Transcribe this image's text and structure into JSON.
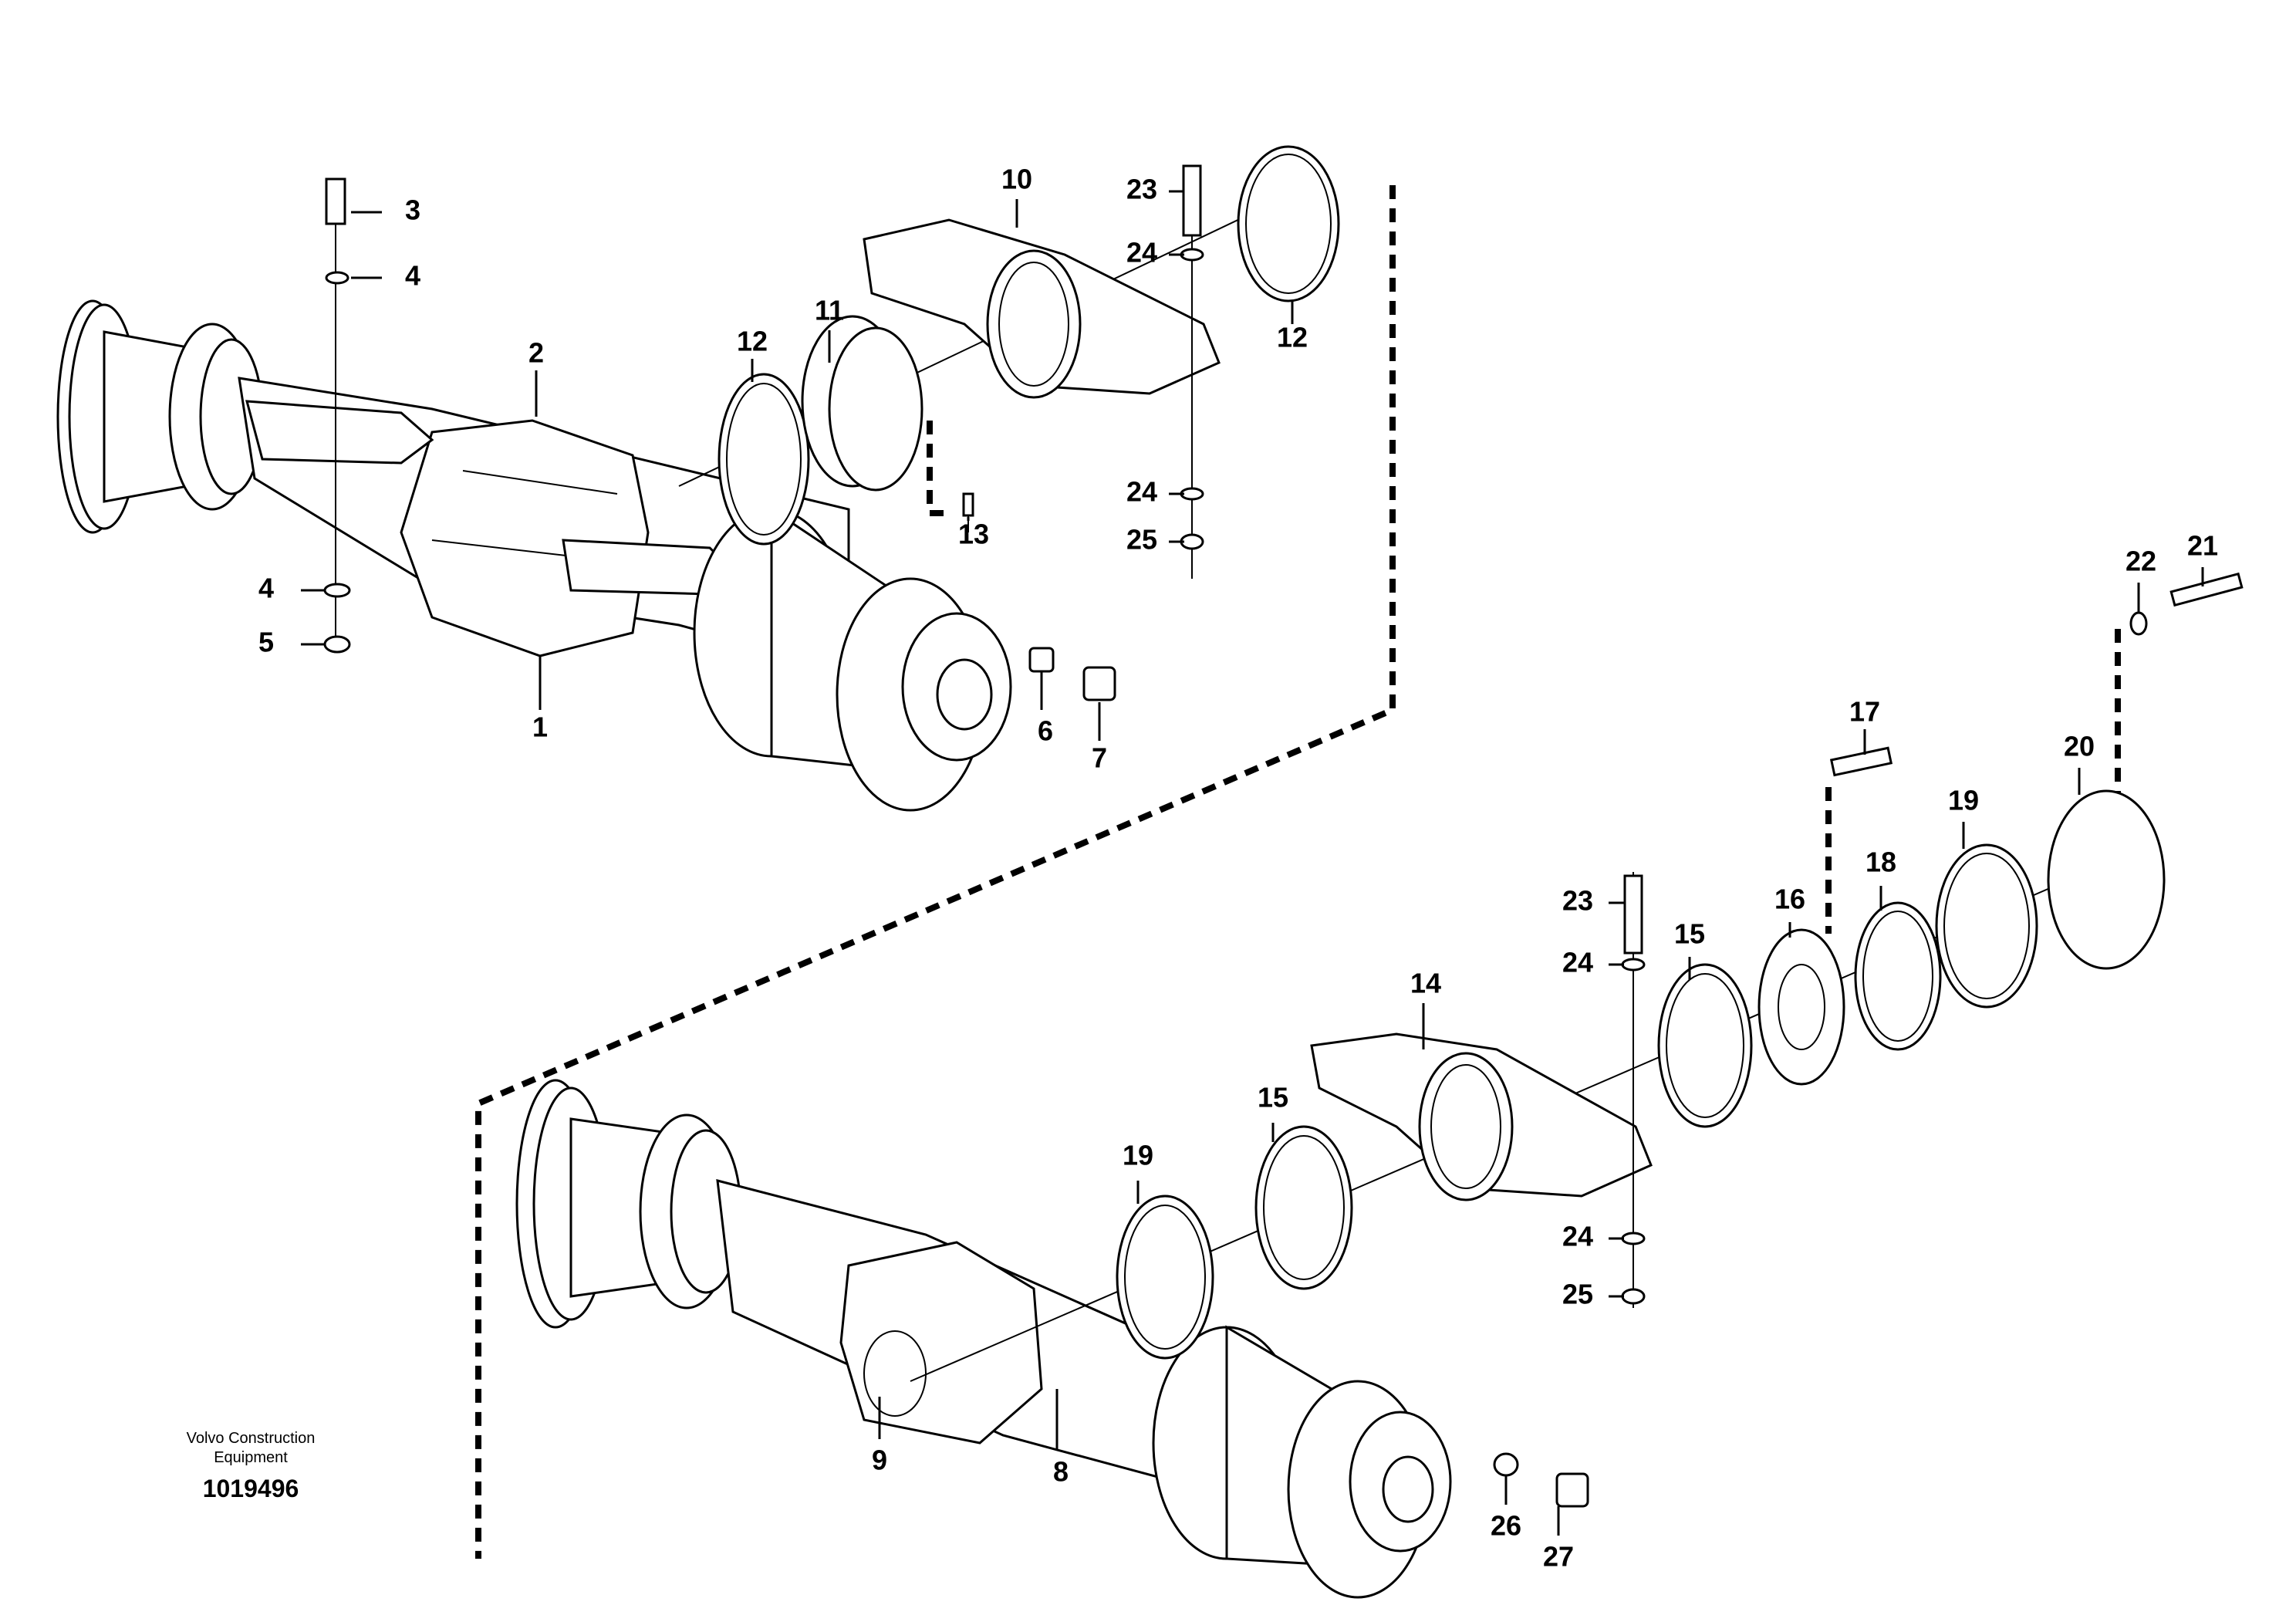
{
  "publisher": {
    "line1": "Volvo Construction",
    "line2": "Equipment"
  },
  "document_number": "1019496",
  "callouts": [
    "1",
    "2",
    "3",
    "4",
    "4",
    "5",
    "6",
    "7",
    "8",
    "9",
    "10",
    "11",
    "12",
    "12",
    "13",
    "14",
    "15",
    "15",
    "16",
    "17",
    "18",
    "19",
    "19",
    "20",
    "21",
    "22",
    "23",
    "23",
    "24",
    "24",
    "24",
    "24",
    "25",
    "25",
    "26",
    "27"
  ]
}
